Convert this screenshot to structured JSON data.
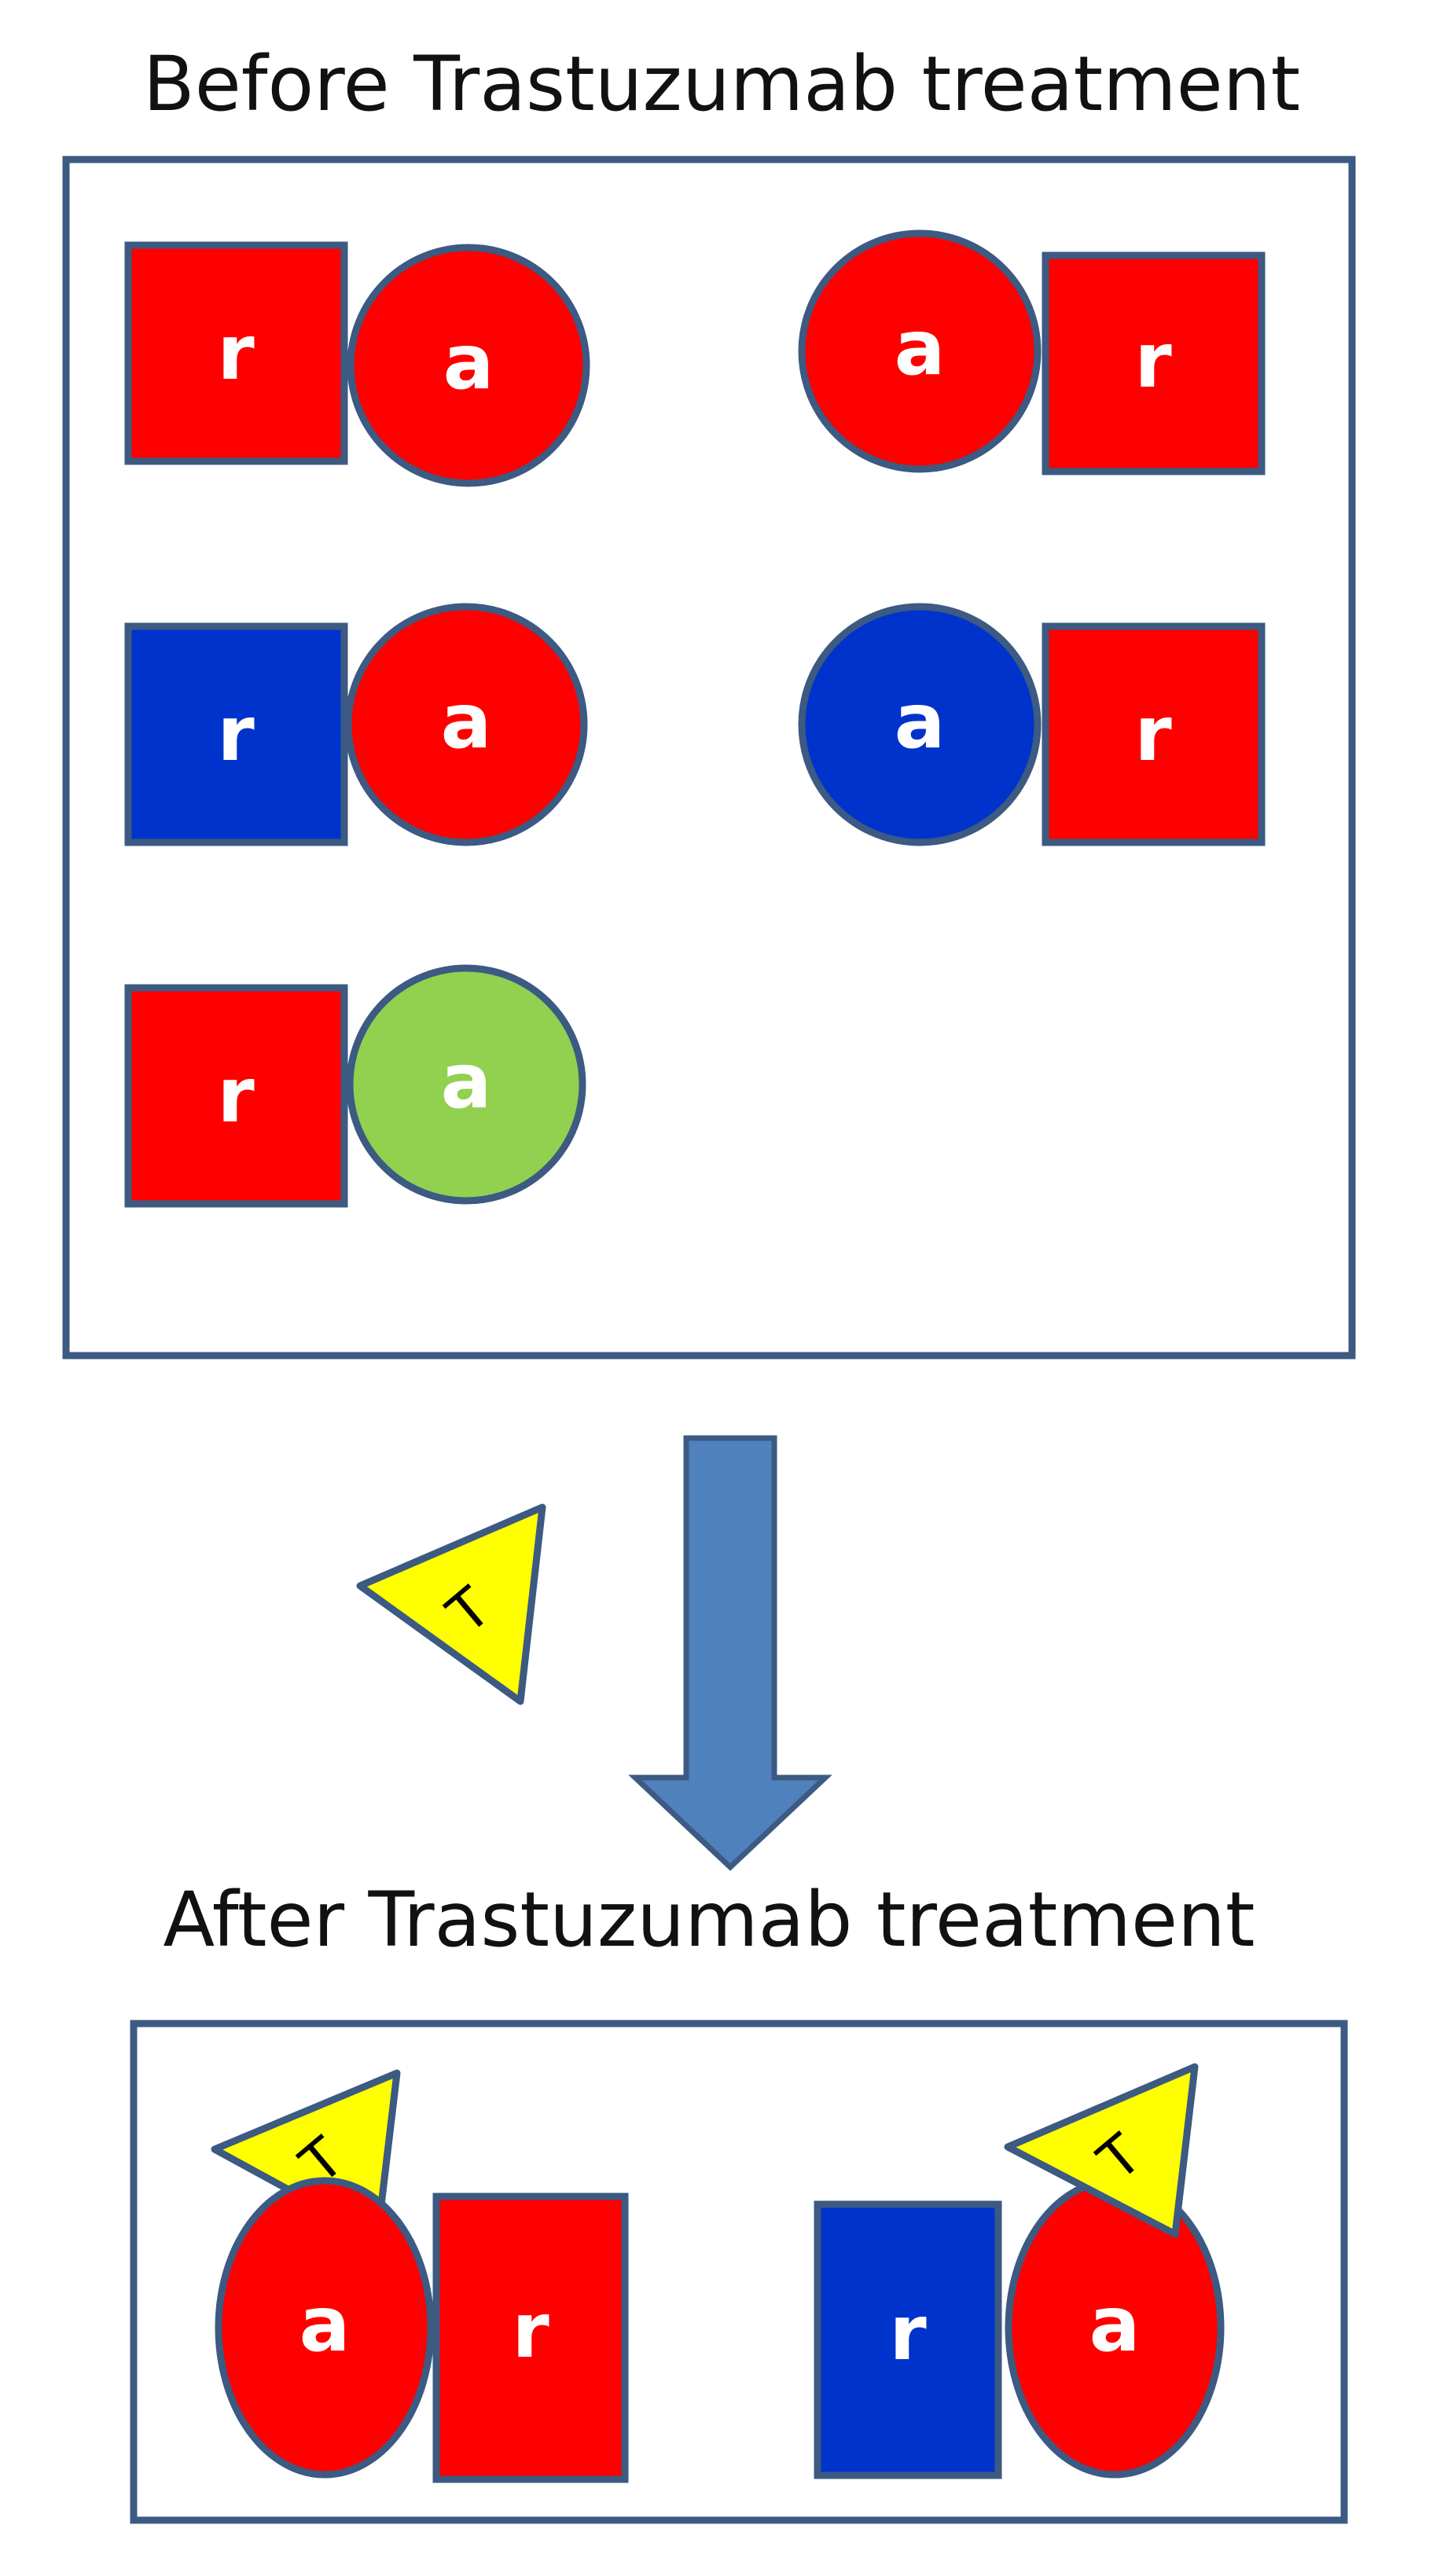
{
  "titles": {
    "before": "Before Trastuzumab treatment",
    "after": "After Trastuzumab treatment"
  },
  "labels": {
    "receptor": "r",
    "partner": "a",
    "trastuzumab": "T"
  },
  "colors": {
    "red": "#ff0000",
    "blue": "#0033cc",
    "green": "#92d050",
    "yellow": "#ffff00",
    "outline": "#3c5a82",
    "arrow": "#4f81bd",
    "arrow_outline": "#3c5a82"
  }
}
